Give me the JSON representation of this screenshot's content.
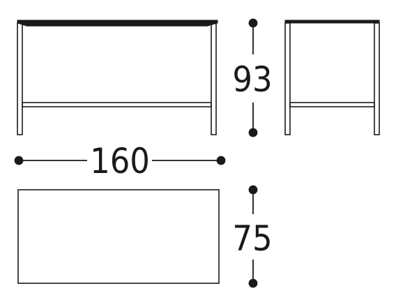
{
  "dimensions": {
    "width": "160",
    "height": "93",
    "depth": "75"
  },
  "colors": {
    "line": "#1a1a1a",
    "background": "#ffffff"
  }
}
